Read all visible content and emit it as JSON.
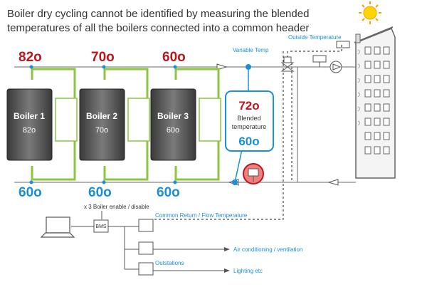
{
  "heading": {
    "line1": "Boiler dry cycling cannot be identified by measuring the blended",
    "line2": "temperatures of all the boilers connected into a common header"
  },
  "boilers": [
    {
      "name": "Boiler 1",
      "temp": "82o",
      "flow_temp": "82o",
      "return_temp": "60o"
    },
    {
      "name": "Boiler 2",
      "temp": "70o",
      "flow_temp": "70o",
      "return_temp": "60o"
    },
    {
      "name": "Boiler 3",
      "temp": "60o",
      "flow_temp": "60o",
      "return_temp": "60o"
    }
  ],
  "blended": {
    "top": "72o",
    "label1": "Blended",
    "label2": "temperature",
    "bottom": "60o"
  },
  "labels": {
    "variable_temp": "Variable Temp",
    "outside_temp": "Outside Temperature",
    "enable": "x 3 Boiler enable / disable",
    "bms": "BMS",
    "common_return": "Common Return / Flow Temperature",
    "air_con": "Air conditioning / ventilation",
    "outstations": "Outstations",
    "lighting": "Lighting etc"
  },
  "colors": {
    "flow_red": "#c0141c",
    "pipe_blue": "#1a8fd6",
    "bypass_green": "#8cc63f",
    "boiler_grey": "#555555"
  }
}
